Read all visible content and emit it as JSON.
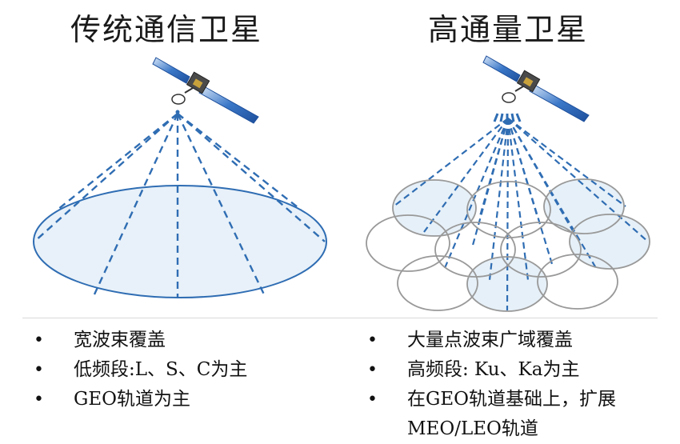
{
  "left": {
    "title": "传统通信卫星",
    "features": [
      "宽波束覆盖",
      "低频段:L、S、C为主",
      "GEO轨道为主"
    ]
  },
  "right": {
    "title": "高通量卫星",
    "features": [
      "大量点波束广域覆盖",
      "高频段: Ku、Ka为主",
      "在GEO轨道基础上，扩展"
    ],
    "feature_continuation": "MEO/LEO轨道"
  },
  "colors": {
    "beam_line": "#2f6db3",
    "beam_fill": "#e6f0f8",
    "spot_outline": "#8a8a8a",
    "ellipse_outline": "#2f6db3",
    "panel_blue": "#2a63b5"
  },
  "icons": [
    "satellite-icon",
    "satellite-icon"
  ]
}
